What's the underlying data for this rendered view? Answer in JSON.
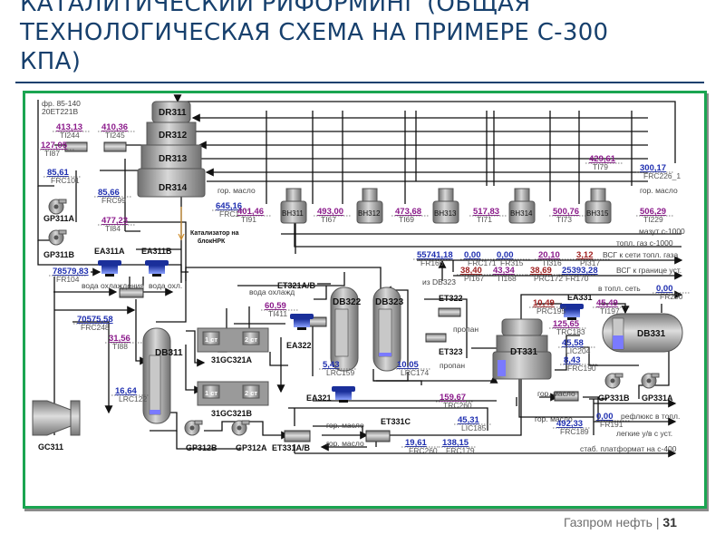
{
  "slide": {
    "title": "КАТАЛИТИЧЕСКИЙ РИФОРМИНГ (ОБЩАЯ ТЕХНОЛОГИЧЕСКАЯ СХЕМА НА ПРИМЕРЕ С-300 КПА)",
    "title_lines": [
      "КАТАЛИТИЧЕСКИЙ РИФОРМИНГ (ОБЩАЯ",
      "ТЕХНОЛОГИЧЕСКАЯ СХЕМА НА ПРИМЕРЕ С-300",
      "КПА)"
    ],
    "footer_brand": "Газпром нефть",
    "page_number": "31",
    "colors": {
      "title": "#17406d",
      "frame": "#1aa551",
      "value_blue": "#1f2fb0",
      "value_purple": "#8b1a8b",
      "value_red": "#a02020",
      "catalyst_line": "#d09030"
    }
  },
  "equipment": {
    "reactors": [
      "DR311",
      "DR312",
      "DR313",
      "DR314"
    ],
    "heaters": [
      "ВН311",
      "ВН312",
      "ВН313",
      "ВН314",
      "ВН315"
    ],
    "pumps": [
      "GP311A",
      "GP311B",
      "GP312B",
      "GP312A",
      "GP331B",
      "GP331A"
    ],
    "air_coolers": [
      "EA311A",
      "EA311B",
      "EA322",
      "EA321",
      "EA331"
    ],
    "exchangers": [
      "ET321A/B",
      "ET322",
      "ET323",
      "ET331C",
      "ET331A/B"
    ],
    "vessels": [
      "DB311",
      "DB322",
      "DB323",
      "DB331",
      "DT331"
    ],
    "compressors": [
      "31GC321A",
      "31GC321B",
      "GC311"
    ],
    "compressor_stages": [
      "1 ст",
      "2 ст"
    ]
  },
  "streams": {
    "feed_in": "фр. 85-140",
    "feed_from": "20ET221B",
    "hot_oil": "гор. масло",
    "cooling_water": "вода охлаждения",
    "cooling_water_short": "вода охл.",
    "cooling_water_2": "вода охлажд",
    "catalyst": "Катализатор на блокНРК",
    "fuel_oil": "мазут с-1000",
    "fuel_gas": "топл. газ с-1000",
    "vsg_fuel": "ВСГ к сети топл. газа",
    "vsg_border": "ВСГ к границе уст.",
    "from_db323": "из DB323",
    "to_fuel_net": "в топл. сеть",
    "propane": "пропан",
    "hot_oil_2": "гор. масло",
    "reflux": "рефлюкс в топл.",
    "light_hc": "легкие у/в с уст.",
    "stab_platformate": "стаб. платформат на с-400"
  },
  "instruments": [
    {
      "id": "TI244",
      "value": "413,13",
      "color": "purple"
    },
    {
      "id": "TI245",
      "value": "410,36",
      "color": "purple"
    },
    {
      "id": "TI87",
      "value": "127,05",
      "color": "purple"
    },
    {
      "id": "FRC101",
      "value": "85,61",
      "color": "blue"
    },
    {
      "id": "FRC99",
      "value": "85,66",
      "color": "blue"
    },
    {
      "id": "TI84",
      "value": "477,23",
      "color": "purple"
    },
    {
      "id": "FRC1",
      "value": "645,16",
      "color": "blue"
    },
    {
      "id": "TI91",
      "value": "401,46",
      "color": "purple"
    },
    {
      "id": "TI67",
      "value": "493,00",
      "color": "purple"
    },
    {
      "id": "TI69",
      "value": "473,68",
      "color": "purple"
    },
    {
      "id": "TI71",
      "value": "517,83",
      "color": "purple"
    },
    {
      "id": "TI73",
      "value": "500,76",
      "color": "purple"
    },
    {
      "id": "TI79",
      "value": "429,61",
      "color": "purple"
    },
    {
      "id": "FRC226_1",
      "value": "300,17",
      "color": "blue"
    },
    {
      "id": "TI229",
      "value": "506,29",
      "color": "purple"
    },
    {
      "id": "FR104",
      "value": "78579,83",
      "color": "blue"
    },
    {
      "id": "FRC248",
      "value": "70575,58",
      "color": "blue"
    },
    {
      "id": "TI88",
      "value": "31,56",
      "color": "purple"
    },
    {
      "id": "LRC122",
      "value": "16,64",
      "color": "blue"
    },
    {
      "id": "TI411",
      "value": "60,59",
      "color": "purple"
    },
    {
      "id": "LRC159",
      "value": "5,43",
      "color": "blue"
    },
    {
      "id": "LRC174",
      "value": "10,05",
      "color": "blue"
    },
    {
      "id": "FR166",
      "value": "55741,18",
      "color": "blue"
    },
    {
      "id": "FRC171",
      "value": "0,00",
      "color": "blue"
    },
    {
      "id": "FR315",
      "value": "0,00",
      "color": "blue"
    },
    {
      "id": "TI316",
      "value": "20,10",
      "color": "purple"
    },
    {
      "id": "PI317",
      "value": "3,12",
      "color": "red"
    },
    {
      "id": "PI167",
      "value": "38,40",
      "color": "red"
    },
    {
      "id": "TI168",
      "value": "43,34",
      "color": "purple"
    },
    {
      "id": "PRC172",
      "value": "38,69",
      "color": "red"
    },
    {
      "id": "FR170",
      "value": "25393,28",
      "color": "blue"
    },
    {
      "id": "FR200",
      "value": "0,00",
      "color": "blue"
    },
    {
      "id": "PRC195",
      "value": "10,49",
      "color": "red"
    },
    {
      "id": "TI197",
      "value": "45,49",
      "color": "purple"
    },
    {
      "id": "TRC183",
      "value": "125,65",
      "color": "purple"
    },
    {
      "id": "LIC204",
      "value": "45,58",
      "color": "blue"
    },
    {
      "id": "FRC190",
      "value": "8,43",
      "color": "blue"
    },
    {
      "id": "TRC260",
      "value": "159,67",
      "color": "purple"
    },
    {
      "id": "LIC185",
      "value": "45,31",
      "color": "blue"
    },
    {
      "id": "FRC260",
      "value": "19,61",
      "color": "blue"
    },
    {
      "id": "FRC179",
      "value": "138,15",
      "color": "blue"
    },
    {
      "id": "FRC189",
      "value": "492,33",
      "color": "blue"
    },
    {
      "id": "FR191",
      "value": "0,00",
      "color": "blue"
    }
  ]
}
